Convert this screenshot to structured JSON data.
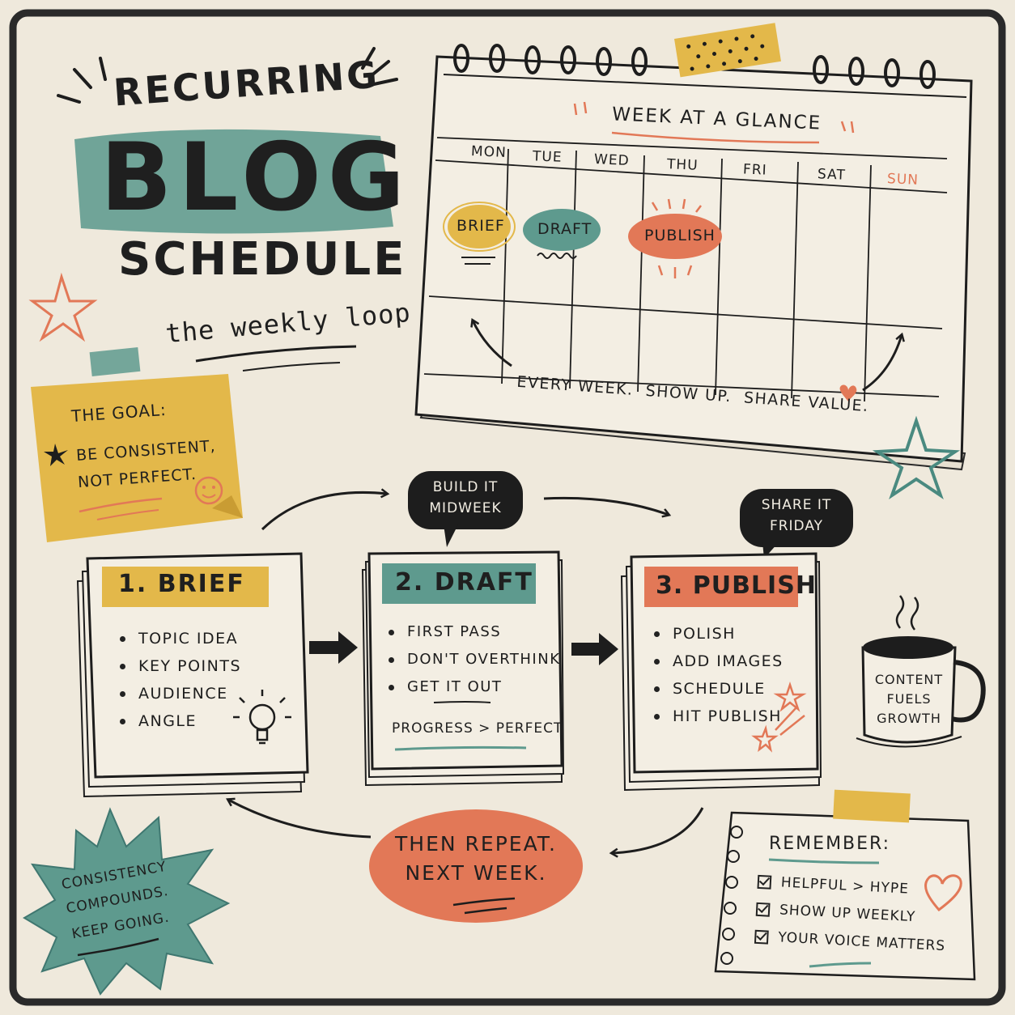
{
  "title": {
    "line1": "RECURRING",
    "line2": "BLOG",
    "line3": "SCHEDULE",
    "tagline": "the weekly loop"
  },
  "goal_note": {
    "heading": "THE GOAL:",
    "line1": "BE CONSISTENT,",
    "line2": "NOT PERFECT."
  },
  "calendar": {
    "title": "WEEK AT A GLANCE",
    "days": [
      "MON",
      "TUE",
      "WED",
      "THU",
      "FRI",
      "SAT",
      "SUN"
    ],
    "events": {
      "mon": "BRIEF",
      "tue": "DRAFT",
      "thu": "PUBLISH"
    },
    "footer": "EVERY WEEK.  SHOW UP.  SHARE VALUE."
  },
  "bubbles": {
    "build": [
      "BUILD IT",
      "MIDWEEK"
    ],
    "share": [
      "SHARE IT",
      "FRIDAY"
    ]
  },
  "steps": [
    {
      "title": "1. BRIEF",
      "items": [
        "TOPIC IDEA",
        "KEY POINTS",
        "AUDIENCE",
        "ANGLE"
      ]
    },
    {
      "title": "2. DRAFT",
      "items": [
        "FIRST PASS",
        "DON'T OVERTHINK",
        "GET IT OUT"
      ],
      "footer": "PROGRESS > PERFECT"
    },
    {
      "title": "3. PUBLISH",
      "items": [
        "POLISH",
        "ADD IMAGES",
        "SCHEDULE",
        "HIT PUBLISH"
      ]
    }
  ],
  "mug": [
    "CONTENT",
    "FUELS",
    "GROWTH"
  ],
  "repeat": [
    "THEN REPEAT.",
    "NEXT WEEK."
  ],
  "starburst": [
    "CONSISTENCY",
    "COMPOUNDS.",
    "KEEP GOING."
  ],
  "remember": {
    "heading": "REMEMBER:",
    "items": [
      "HELPFUL > HYPE",
      "SHOW UP WEEKLY",
      "YOUR VOICE MATTERS"
    ]
  },
  "colors": {
    "paper": "#efe9dc",
    "teal": "#5e9a8e",
    "yellow": "#e3b84a",
    "orange": "#e27857",
    "ink": "#1d1d1d"
  }
}
